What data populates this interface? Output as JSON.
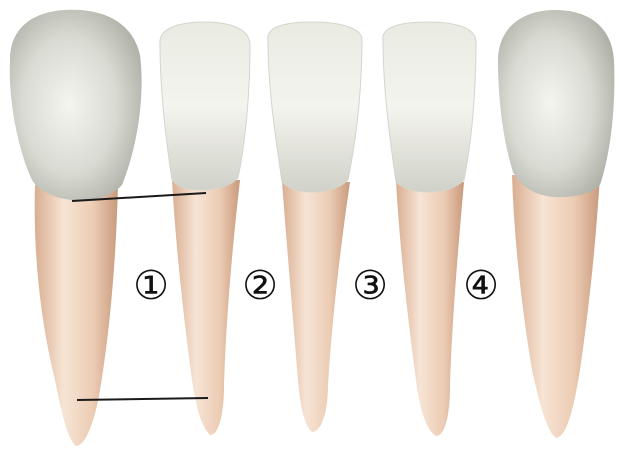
{
  "labels": [
    "①",
    "②",
    "③",
    "④"
  ],
  "colors": {
    "enamel_light": "#f3f3ee",
    "enamel_mid": "#d6d8cf",
    "enamel_dark": "#a9aba1",
    "root_light": "#f7e3d2",
    "root_mid": "#e9c7ae",
    "root_dark": "#cfa184",
    "line": "#1a1a1a"
  }
}
